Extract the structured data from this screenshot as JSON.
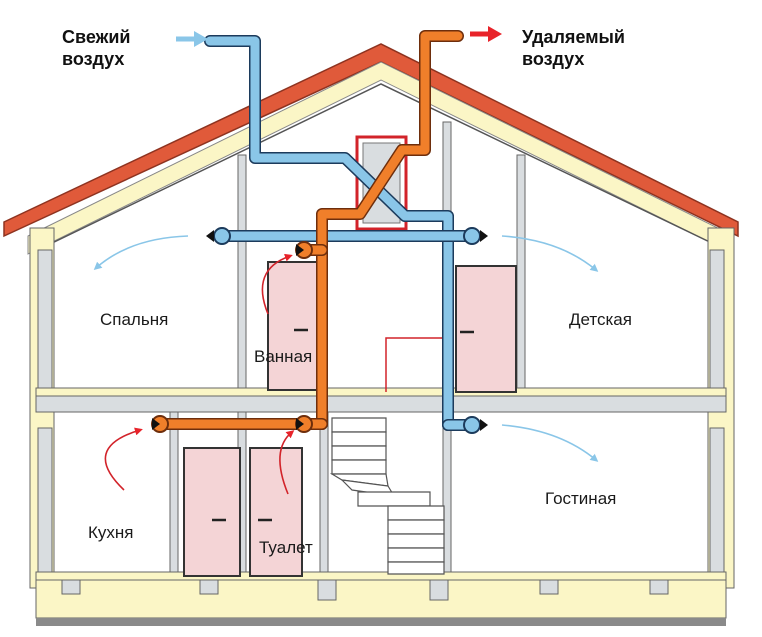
{
  "legend": {
    "fresh_air_line1": "Свежий",
    "fresh_air_line2": "воздух",
    "exhaust_air_line1": "Удаляемый",
    "exhaust_air_line2": "воздух"
  },
  "rooms": {
    "bedroom": "Спальня",
    "kids_room": "Детская",
    "bathroom": "Ванная",
    "kitchen": "Кухня",
    "toilet": "Туалет",
    "living_room": "Гостиная"
  },
  "colors": {
    "fresh_air": "#8ac6e8",
    "exhaust_air": "#f07f2a",
    "arrow_red": "#e8232a",
    "roof": "#e05a3a",
    "insulation": "#fbf6c6",
    "door": "#f4d4d6",
    "wall": "#d9dde0"
  }
}
